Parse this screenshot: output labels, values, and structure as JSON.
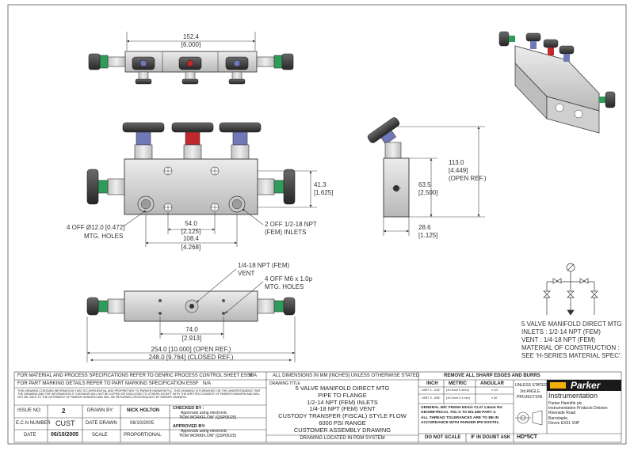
{
  "dims": {
    "top_width_mm": "152.4",
    "top_width_in": "[6.000]",
    "front_height_mm": "41.3",
    "front_height_in": "[1.625]",
    "inlet_pitch_mm": "54.0",
    "inlet_pitch_in": "[2.125]",
    "hole_pitch_mm": "108.4",
    "hole_pitch_in": "[4.268]",
    "open_height_mm": "113.0",
    "open_height_in": "[4.449]",
    "open_height_note": "(OPEN REF.)",
    "side_height_mm": "63.5",
    "side_height_in": "[2.500]",
    "side_depth_mm": "28.6",
    "side_depth_in": "[1.125]",
    "vent_pitch_mm": "74.0",
    "vent_pitch_in": "[2.913]",
    "open_length": "254.0 [10.000] (OPEN REF.)",
    "closed_length": "248.0 [9.764] (CLOSED REF.)"
  },
  "notes": {
    "mtg_holes_1": "4 OFF Ø12.0 [0.472]",
    "mtg_holes_2": "MTG. HOLES",
    "inlets_1": "2 OFF 1/2-18 NPT",
    "inlets_2": "(FEM) INLETS",
    "vent_1": "1/4-18 NPT (FEM)",
    "vent_2": "VENT",
    "m6_1": "4 OFF M6 x 1.0p",
    "m6_2": "MTG. HOLES"
  },
  "spec": {
    "lines": [
      "5 VALVE MANIFOLD DIRECT MTG",
      "INLETS : 1/2-14 NPT (FEM)",
      "VENT : 1/4-18 NPT (FEM)",
      "MATERIAL OF CONSTRUCTION :",
      "SEE 'H-SERIES MATERIAL SPEC'."
    ]
  },
  "titleblock": {
    "material_ref": "FOR MATERIAL AND PROCESS SPECIFICATIONS REFER TO GENRIC PROCESS CONTROL SHEET ESSF",
    "material_ref_val": "N/A",
    "marking_ref": "FOR PART MARKING DETAILS REFER TO PART MARKING SPECIFICATION ESSF",
    "marking_ref_val": "N/A",
    "confidential": "THIS DRAWING CONTAINS INFORMATION THAT IS CONFIDENTIAL AND PROPRIETARY TO PARKER HANNIFIN PLC. THIS DRAWING IS FURNISHED ON THE UNDERSTANDING THAT THE DRAWING AND THE INFORMATION IT CONTAINS WILL NOT BE COPIED OR DISCLOSED TO OTHERS EXCEPT WITH THE WRITTEN CONSENT OF PARKER HANNIFIN AND WILL NOT BE USED TO THE DETRIMENT OF PARKER HANNIFIN AND WILL BE RETURNED UPON REQUEST BY PARKER HANNIFIN.",
    "issue_no_label": "ISSUE NO:",
    "issue_no": "2",
    "ecn_label": "E.C.N NUMBER",
    "ecn": "CUST",
    "date_label": "DATE",
    "date": "06/10/2005",
    "drawn_by_label": "DRAWN BY:",
    "drawn_by": "NICK HOLTON",
    "date_drawn_label": "DATE DRAWN",
    "date_drawn": "06/10/2005",
    "scale_label": "SCALE",
    "scale": "PROPORTIONAL",
    "checked_label": "CHECKED BY :",
    "checked_1": "Approvals using electronic",
    "checked_2": "'PDM WORKFLOW' (QSP05/25)",
    "approved_label": "APPROVED BY:",
    "approved_1": "Approvals using electronic",
    "approved_2": "'PDM WORKFLOW' (QSP05/25)",
    "dims_note": "ALL DIMENSIONS IN MM [INCHES] UNLESS OTHERWISE STATED",
    "drawing_title_label": "DRAWING TITLE",
    "title_lines": [
      "5 VALVE MANIFOLD DIRECT MTG",
      "PIPE TO FLANGE",
      "1/2-14 NPT (FEM) INLETS",
      "1/4-18 NPT (FEM) VENT",
      "CUSTODY TRANSFER (FISCAL) STYLE FLOW",
      "6000 PSI RANGE",
      "CUSTOMER ASSEMBLY DRAWING"
    ],
    "pdm_note": "DRAWING LOCATED IN PDM SYSTEM",
    "burrs": "REMOVE ALL SHARP EDGES AND BURRS",
    "tol_inch": "INCH",
    "tol_metric": "METRIC",
    "tol_angular": "ANGULAR",
    "tol_row1_inch": "LIMIT 1. .016\"",
    "tol_row1_metric": "(±0.4mm 0.1mm)",
    "tol_row1_ang": "± 1/2",
    "tol_row2_inch": "LIMIT 2. .008\"",
    "tol_row2_metric": "(±0.2mm 0.1 mm)",
    "tol_row2_ang": "± 30",
    "general": [
      "GENERAL M/C FINISH 63min CLA/ 1.6mm RA",
      "GEOMETRICAL TOL'S TO BS.308 PART 3.",
      "ALL THREAD TOLERANCES ARE TO BE IN",
      "ACCORDANCE WITH PARKER IPD ESST01."
    ],
    "unless_stated": "UNLESS STATED",
    "third_angle_1": "3rd ANGLE",
    "third_angle_2": "PROJECTION",
    "do_not_scale": "DO NOT SCALE",
    "if_in_doubt": "IF IN DOUBT ASK",
    "drawing_no": "HD*5CT",
    "brand": "Parker",
    "division": "Instrumentation",
    "address": [
      "Parker Hannifin plc",
      "Instrumentation Products Division",
      "Riverside Road",
      "Barnstaple,",
      "Devon EX31 1NP"
    ]
  },
  "colors": {
    "body_fill": "#d9d9d9",
    "line": "#333333",
    "handle": "#3b3b3b",
    "red_accent": "#c0282b",
    "blue_accent": "#6f79b8",
    "green_accent": "#2e9c5a",
    "brand_bg": "#1a1a1a"
  }
}
